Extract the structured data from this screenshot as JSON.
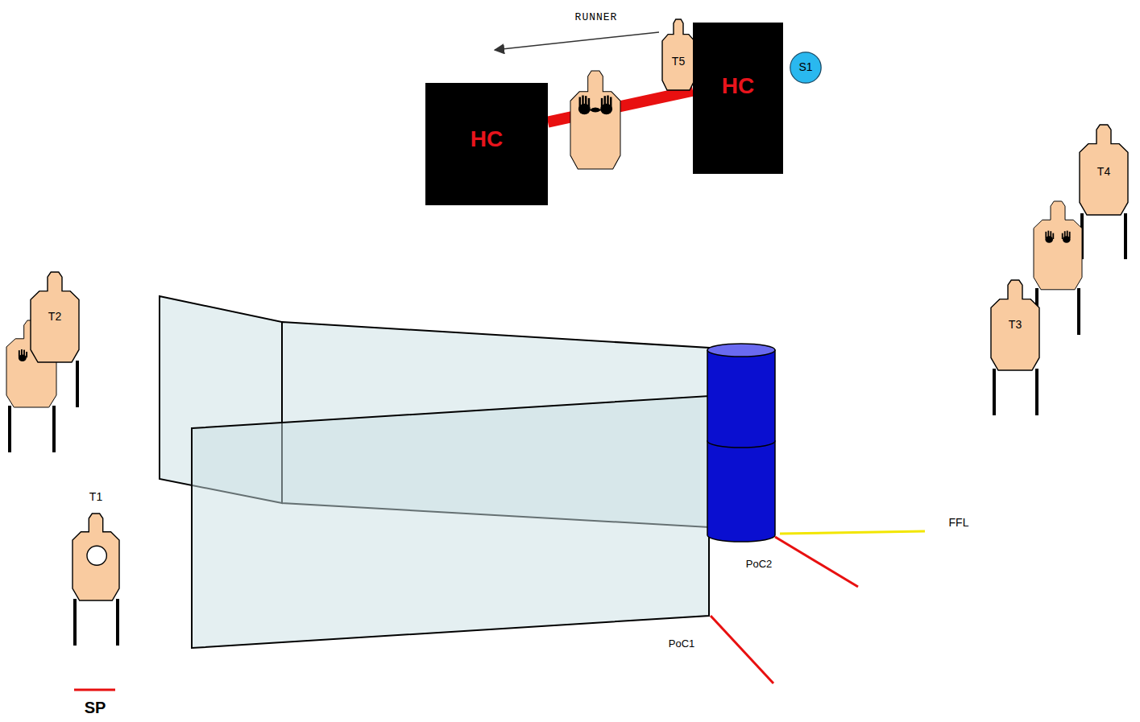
{
  "diagram": {
    "nodes": [
      {
        "text": [
          "HC"
        ]
      },
      {
        "text": [
          "T5"
        ]
      },
      {
        "text": [
          "HC"
        ]
      },
      {
        "text": [
          "S1"
        ]
      },
      {
        "text": [
          "T2"
        ]
      },
      {
        "text": [
          "T1"
        ]
      },
      {
        "text": [
          "T4"
        ]
      },
      {
        "text": [
          "T3"
        ]
      }
    ],
    "edges": [
      {
        "from": 0,
        "to": 2,
        "arrow": "none"
      }
    ],
    "labels": [
      "RUNNER",
      "FFL",
      "PoC2",
      "PoC1",
      "SP"
    ]
  }
}
